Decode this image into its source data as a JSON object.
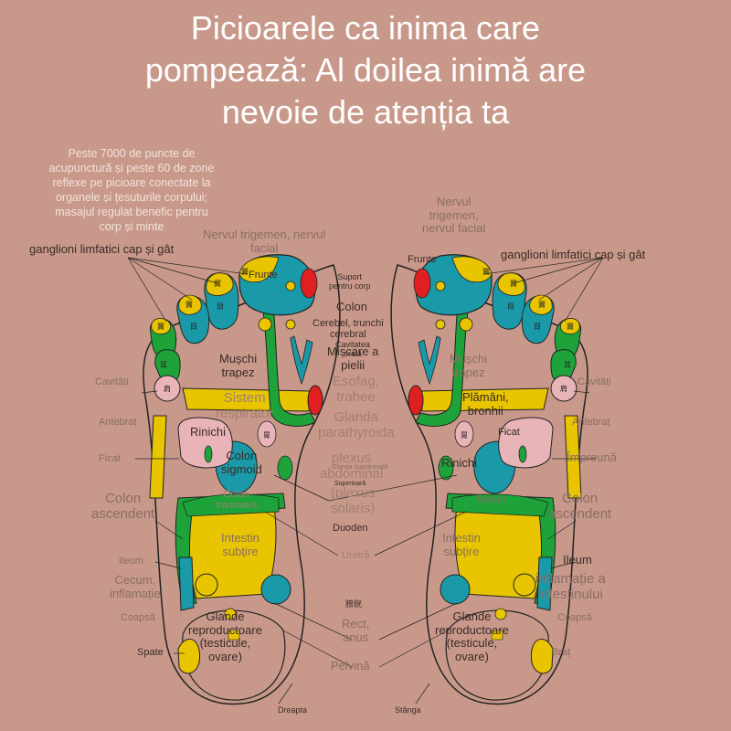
{
  "header": {
    "title_lines": [
      "Picioarele ca inima care",
      "pompează: Al doilea inimă are",
      "nevoie de atenția ta"
    ],
    "subtitle_lines": [
      "Peste 7000 de puncte de",
      "acupunctură și peste 60 de zone",
      "reflexe pe picioare conectate la",
      "organele și țesuturile corpului;",
      "masajul regulat benefic pentru",
      "corp și minte"
    ]
  },
  "colors": {
    "background": "#c8998a",
    "yellow": "#e8c500",
    "green": "#1ea33a",
    "teal": "#1a9aa8",
    "red": "#e02020",
    "pink": "#e8b4b8",
    "outline": "#222222"
  },
  "glyphs": {
    "sinus": "竇",
    "eye": "目",
    "ear": "耳",
    "shoulder": "肩",
    "stomach": "胃"
  },
  "labels": {
    "nervul_trigemen_left": [
      "Nervul trigemen, nervul",
      "facial"
    ],
    "nervul_trigemen_right": [
      "Nervul",
      "trigemen,",
      "nervul facial"
    ],
    "ganglioni_left": "ganglioni limfatici cap și gât",
    "ganglioni_right": "ganglioni limfatici cap și gât",
    "frunte_left": "Frunte",
    "frunte_right": "Frunte",
    "suport_corp": [
      "Suport",
      "pentru corp"
    ],
    "colon_center": "Colon",
    "cerebel": [
      "Cerebel, trunchi",
      "cerebral"
    ],
    "cavitatea": [
      "Cavitatea",
      "orală"
    ],
    "miscare_pielii": [
      "Mișcare a",
      "pielii"
    ],
    "esofag_trahee": [
      "Esofag,",
      "trahee"
    ],
    "glanda_parathyroida": [
      "Glanda",
      "parathyroida"
    ],
    "muschi_trapez_left": [
      "Mușchi",
      "trapez"
    ],
    "muschi_trapez_right": [
      "Mușchi",
      "trapez"
    ],
    "cavitati_left": "Cavități",
    "cavitati_right": "Cavități",
    "sistem_respirator": [
      "Sistem",
      "respirator"
    ],
    "plamani_bronhii": [
      "Plămâni,",
      "bronhii"
    ],
    "antebrat_left": "Antebraț",
    "antebrat_right": "Antebraț",
    "rinichi_left": "Rinichi",
    "rinichi_right": "Rinichi",
    "ficat_left": "Ficat",
    "ficat_right": "Ficat",
    "impreuna": "Împreună",
    "colon_sigmoid": [
      "Colon",
      "sigmoid"
    ],
    "plexus_abdominal": [
      "plexus",
      "abdominal"
    ],
    "plexus_solaris": [
      "(plexus",
      "solaris)"
    ],
    "glanda_suprarenala": "Glanda suprarenală",
    "superioara": "Superioară",
    "duoden": "Duoden",
    "colon_transvers": [
      "Colon",
      "transvers"
    ],
    "scaun": "Scaun",
    "colon_ascendent_left": [
      "Colon",
      "ascendent"
    ],
    "colon_ascendent_right": [
      "Colon",
      "ascendent"
    ],
    "intestin_subtire_left": [
      "Intestin",
      "subțire"
    ],
    "intestin_subtire_right": [
      "Intestin",
      "subțire"
    ],
    "uretra": "Uretră",
    "ileum_left": "Ileum",
    "ileum_right": "Ileum",
    "cecum": [
      "Cecum,",
      "inflamație"
    ],
    "inflamatie_intestin": [
      "inflamație a",
      "intestinului"
    ],
    "bladder_glyph": "膀胱",
    "rect_anus": [
      "Rect,",
      "anus"
    ],
    "coapsa_left": "Coapsă",
    "coapsa_right": "Coapsă",
    "glande_reproductive_left": [
      "Glande",
      "reproductoare",
      "(testicule,",
      "ovare)"
    ],
    "glande_reproductive_right": [
      "Glande",
      "reproductoare",
      "(testicule,",
      "ovare)"
    ],
    "spate": "Spate",
    "brat": "Braț",
    "pelvina": "Pelvină",
    "dreapta": "Dreapta",
    "stanga": "Stânga"
  }
}
